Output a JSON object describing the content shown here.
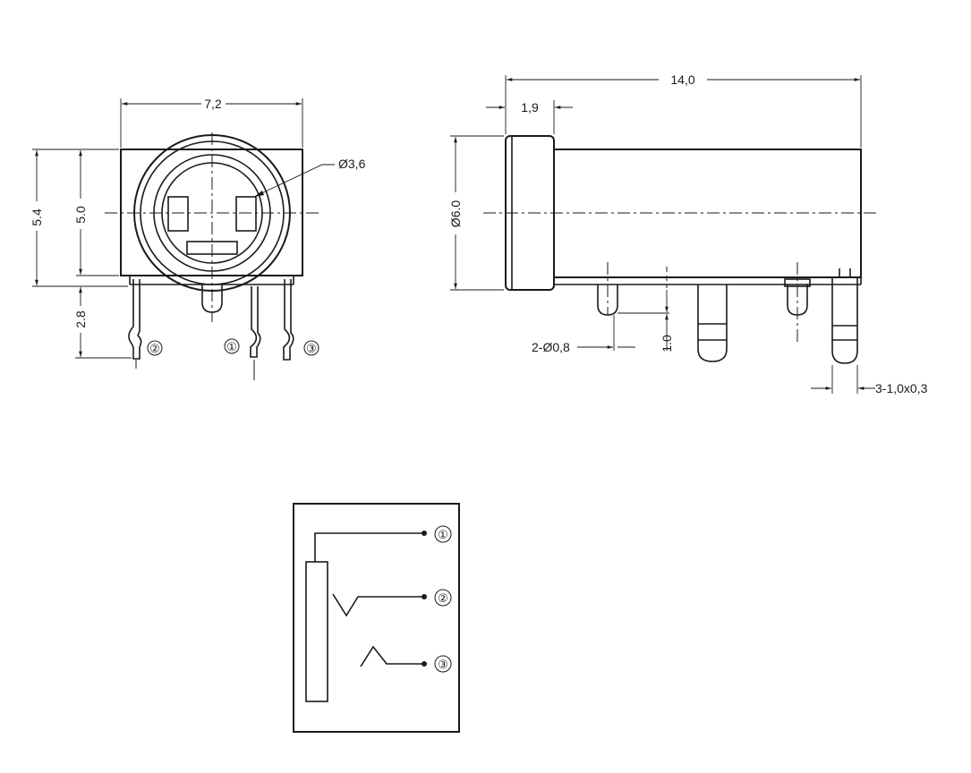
{
  "front_view": {
    "dim_width": "7,2",
    "dim_height_outer": "5.4",
    "dim_height_inner": "5.0",
    "dim_pin_length": "2.8",
    "dim_hole": "Ø3,6",
    "pin_labels": [
      "②",
      "①",
      "③"
    ]
  },
  "side_view": {
    "dim_length": "14,0",
    "dim_flange": "1,9",
    "dim_diameter": "Ø6.0",
    "dim_pin_diameter": "2-Ø0,8",
    "dim_pin_offset": "1.0",
    "dim_flat_pins": "3-1,0x0,3"
  },
  "schematic": {
    "pin_labels": [
      "①",
      "②",
      "③"
    ]
  },
  "colors": {
    "line": "#1a1a1a",
    "background": "#ffffff"
  }
}
